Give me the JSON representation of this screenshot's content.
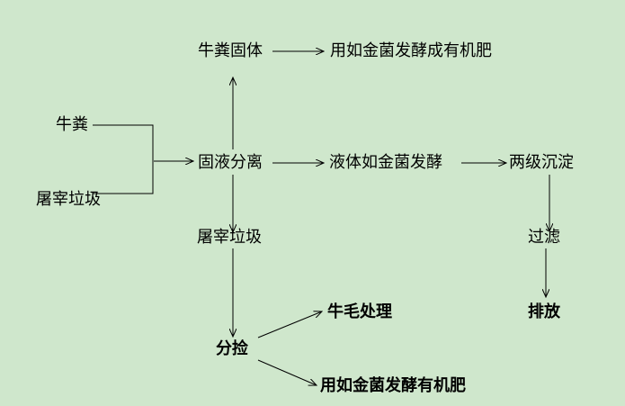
{
  "nodes": {
    "cow_dung_solid": "牛粪固体",
    "organic_fertilizer_1": "用如金菌发酵成有机肥",
    "cow_dung": "牛粪",
    "slaughter_waste_input": "屠宰垃圾",
    "solid_liquid_separation": "固液分离",
    "liquid_fermentation": "液体如金菌发酵",
    "two_stage_settling": "两级沉淀",
    "slaughter_waste": "屠宰垃圾",
    "filtration": "过滤",
    "discharge": "排放",
    "cow_hair_treatment": "牛毛处理",
    "sorting": "分捡",
    "organic_fertilizer_2": "用如金菌发酵有机肥"
  }
}
